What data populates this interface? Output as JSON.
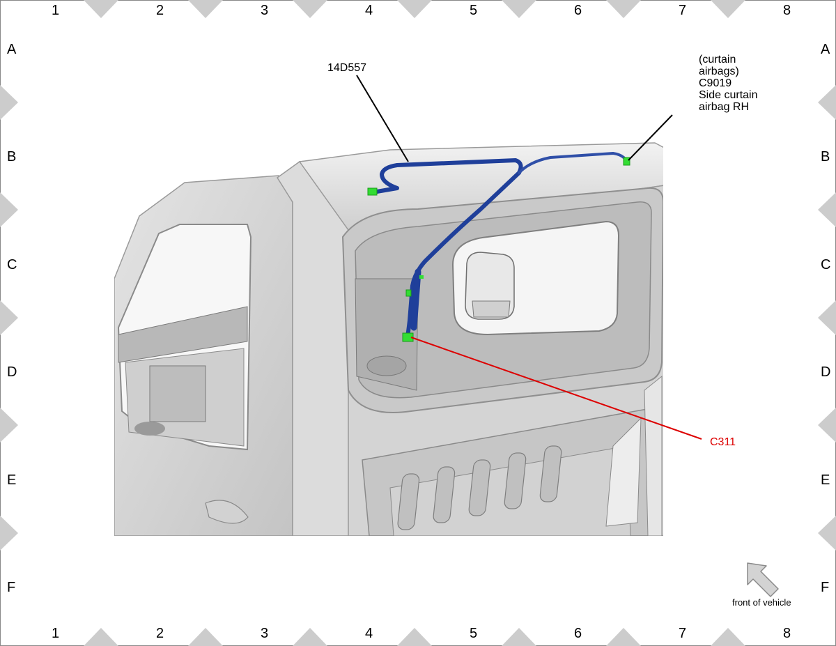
{
  "grid": {
    "columns": [
      "1",
      "2",
      "3",
      "4",
      "5",
      "6",
      "7",
      "8"
    ],
    "rows": [
      "A",
      "B",
      "C",
      "D",
      "E",
      "F"
    ]
  },
  "callouts": {
    "harness": "14D557",
    "curtain_line1": "(curtain",
    "curtain_line2": "airbags)",
    "curtain_line3": "C9019",
    "curtain_line4": "Side curtain",
    "curtain_line5": "airbag RH",
    "connector": "C311"
  },
  "orientation": {
    "label": "front of vehicle",
    "icon": "arrow-up-left-icon"
  },
  "colors": {
    "harness": "#1f3f9a",
    "connector": "#33dd33",
    "highlight_leader": "#dd0000",
    "body_panel": "#d6d6d6",
    "border_marker": "#cccccc"
  }
}
